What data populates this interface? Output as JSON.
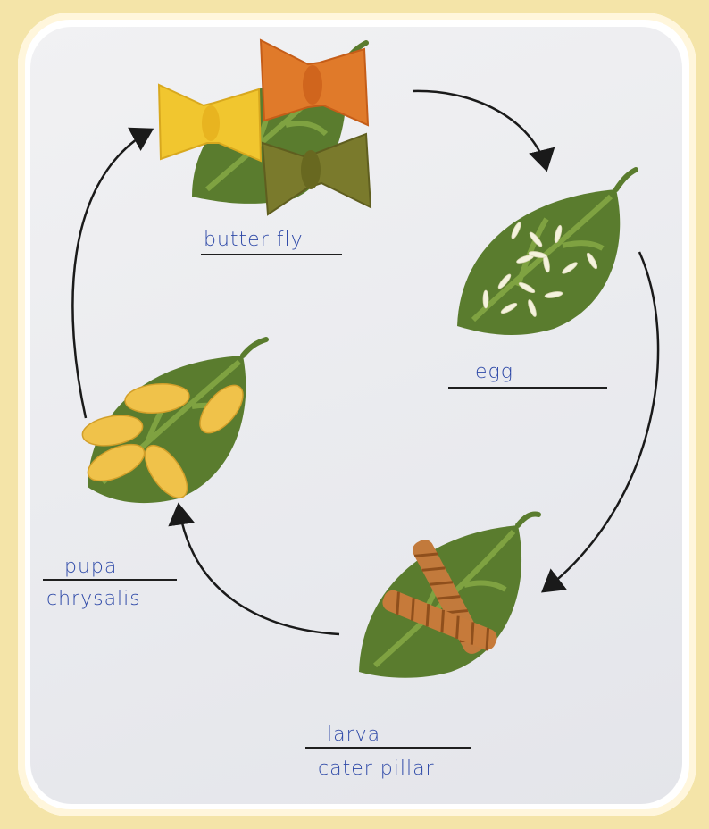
{
  "colors": {
    "frame_bg": "#f4e4a8",
    "leaf_green": "#5a7c2e",
    "handwriting_blue": "#2f4aa8"
  },
  "stages": {
    "butterfly": {
      "label": "butter fly",
      "icon": "bowtie-pasta-icon"
    },
    "egg": {
      "label": "egg",
      "icon": "rice-grains-icon"
    },
    "larva": {
      "label": "larva",
      "sublabel": "cater pillar",
      "icon": "rotini-pasta-icon"
    },
    "pupa": {
      "label": "pupa",
      "sublabel": "chrysalis",
      "icon": "shell-pasta-icon"
    }
  }
}
